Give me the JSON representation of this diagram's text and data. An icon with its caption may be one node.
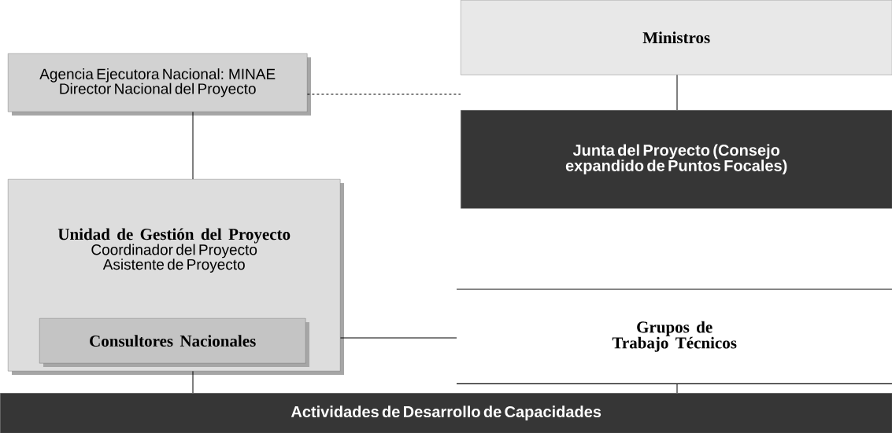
{
  "diagram": {
    "nodes": [
      {
        "text": [
          "Ministros"
        ]
      },
      {
        "text": [
          "Agencia Ejecutora Nacional: MINAE",
          "Director Nacional del Proyecto"
        ]
      },
      {
        "text": [
          "Junta del Proyecto (Consejo expandido de Puntos Focales)"
        ]
      },
      {
        "text": [
          "Unidad de Gestión del Proyecto",
          "Coordinador del Proyecto",
          "Asistente de Proyecto"
        ]
      },
      {
        "text": [
          "Consultores Nacionales"
        ],
        "in": 3
      },
      {
        "text": [
          "Grupos de Trabajo Técnicos"
        ]
      },
      {
        "text": [
          "Actividades de Desarrollo de Capacidades"
        ]
      }
    ],
    "edges": [
      {
        "from": 0,
        "to": 2,
        "arrow": "none"
      },
      {
        "from": 1,
        "to": 2,
        "arrow": "none",
        "style": "dashed"
      },
      {
        "from": 1,
        "to": 3,
        "arrow": "none"
      },
      {
        "from": 3,
        "to": 5,
        "arrow": "none"
      },
      {
        "from": 3,
        "to": 6,
        "arrow": "none"
      },
      {
        "from": 5,
        "to": 6,
        "arrow": "none"
      }
    ]
  }
}
